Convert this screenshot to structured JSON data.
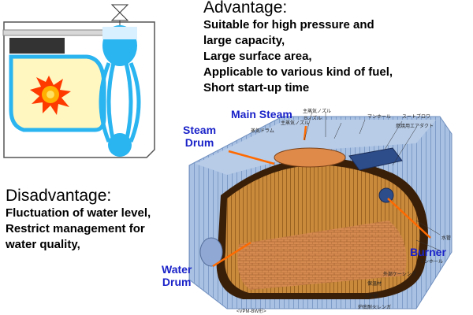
{
  "advantage": {
    "heading": "Advantage:",
    "items": [
      "Suitable for high pressure and",
      "large capacity,",
      "Large surface area,",
      "Applicable to various kind of fuel,",
      "Short start-up time"
    ]
  },
  "disadvantage": {
    "heading": "Disadvantage:",
    "items": [
      "Fluctuation of water level,",
      "Restrict management for",
      "water quality,"
    ]
  },
  "callouts": {
    "main_steam": "Main Steam",
    "steam_drum_1": "Steam",
    "steam_drum_2": "Drum",
    "water_drum_1": "Water",
    "water_drum_2": "Drum",
    "burner": "Burner"
  },
  "jp_labels": {
    "l1": "主蒸気ノズル",
    "l2": "主蒸気ノズル",
    "l3": "Bノズル",
    "l4": "蒸気ドラム",
    "l5": "マンホール",
    "l6": "スートブロワ",
    "l7": "燃焼用エアダクト",
    "l8": "水管",
    "l9": "マンホール",
    "l10": "外部ケーシング",
    "l11": "保温材",
    "l12": "火炉壁",
    "l13": "炉底耐火レンガ"
  },
  "caption": "<VPM-BW形>",
  "colors": {
    "text": "#000000",
    "callout": "#1a22c8",
    "water": "#2ab4f0",
    "casing": "#9fb8dc",
    "flame": "#ff8a10"
  }
}
